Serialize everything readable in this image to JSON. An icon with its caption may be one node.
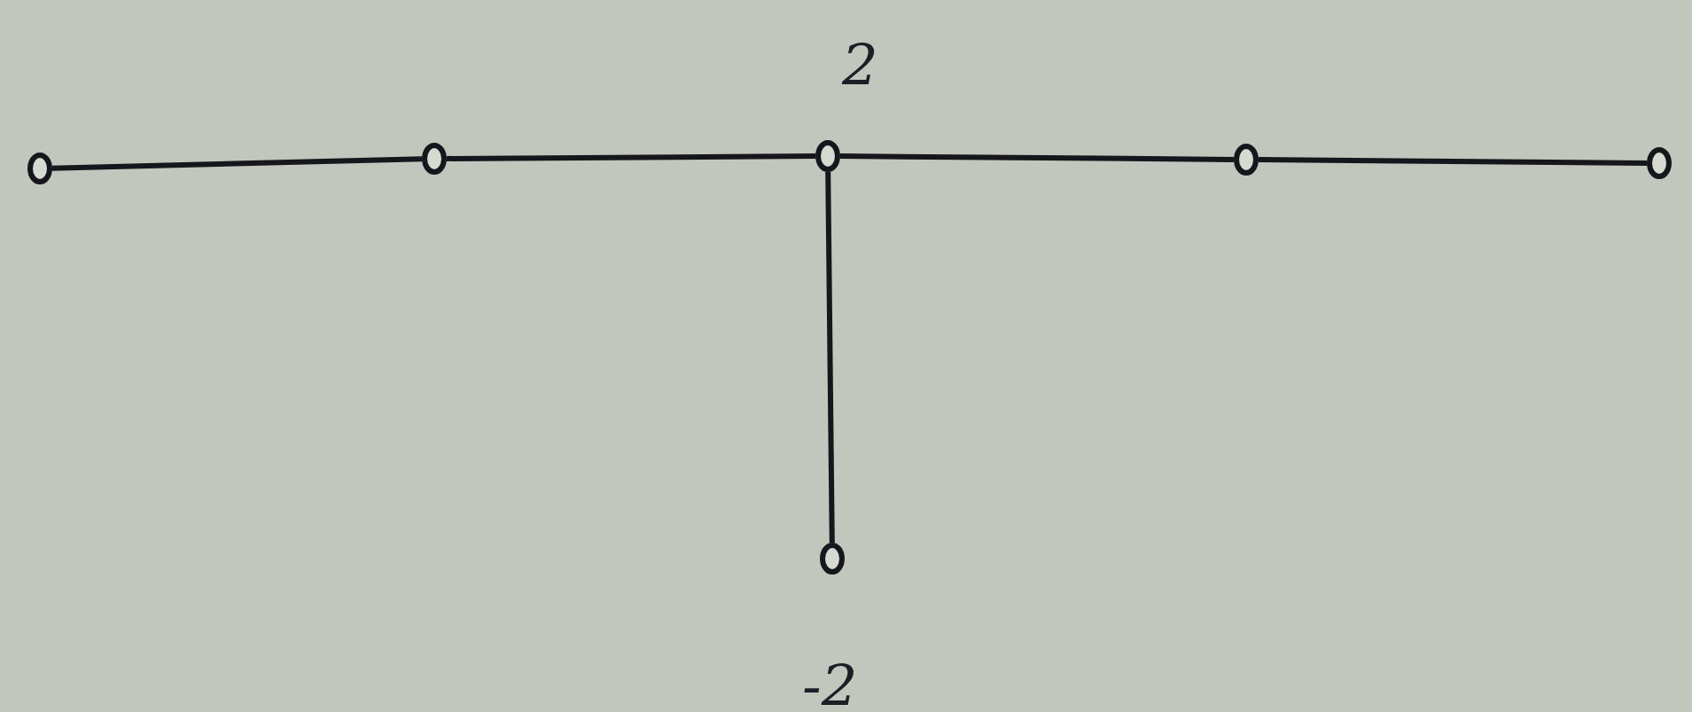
{
  "diagram": {
    "nodes": [
      {
        "text": [],
        "shape": "circle"
      },
      {
        "text": [],
        "shape": "circle"
      },
      {
        "text": [],
        "shape": "circle",
        "beside": [
          "2"
        ]
      },
      {
        "text": [],
        "shape": "circle"
      },
      {
        "text": [],
        "shape": "circle"
      },
      {
        "text": [],
        "shape": "circle",
        "beside": [
          "-2"
        ]
      }
    ],
    "edges": [
      {
        "from": 0,
        "to": 1,
        "arrow": "none"
      },
      {
        "from": 1,
        "to": 2,
        "arrow": "none"
      },
      {
        "from": 2,
        "to": 3,
        "arrow": "none"
      },
      {
        "from": 3,
        "to": 4,
        "arrow": "none"
      },
      {
        "from": 2,
        "to": 5,
        "arrow": "none"
      }
    ]
  }
}
